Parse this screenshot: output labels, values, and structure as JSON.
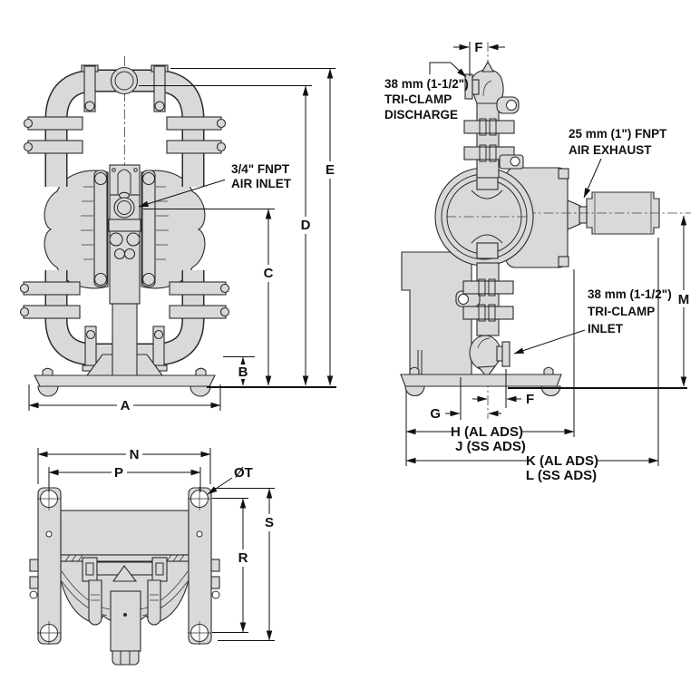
{
  "drawing": {
    "background": "#ffffff",
    "ink": "#2b2b2b",
    "dim_ink": "#111111",
    "metal_fill": "#d9d9d9"
  },
  "dim_labels": {
    "a": "A",
    "b": "B",
    "c": "C",
    "d": "D",
    "e": "E",
    "f": "F",
    "g": "G",
    "h": "H (AL ADS)",
    "j": "J (SS ADS)",
    "k": "K (AL ADS)",
    "l": "L (SS ADS)",
    "m": "M",
    "n": "N",
    "p": "P",
    "r": "R",
    "s": "S",
    "t": "ØT"
  },
  "callouts": {
    "air_inlet_line1": "3/4\" FNPT",
    "air_inlet_line2": "AIR INLET",
    "discharge_line1": "38 mm (1-1/2\")",
    "discharge_line2": "TRI-CLAMP",
    "discharge_line3": "DISCHARGE",
    "exhaust_line1": "25 mm (1\") FNPT",
    "exhaust_line2": "AIR EXHAUST",
    "inlet_line1": "38 mm (1-1/2\")",
    "inlet_line2": "TRI-CLAMP",
    "inlet_line3": "INLET"
  }
}
